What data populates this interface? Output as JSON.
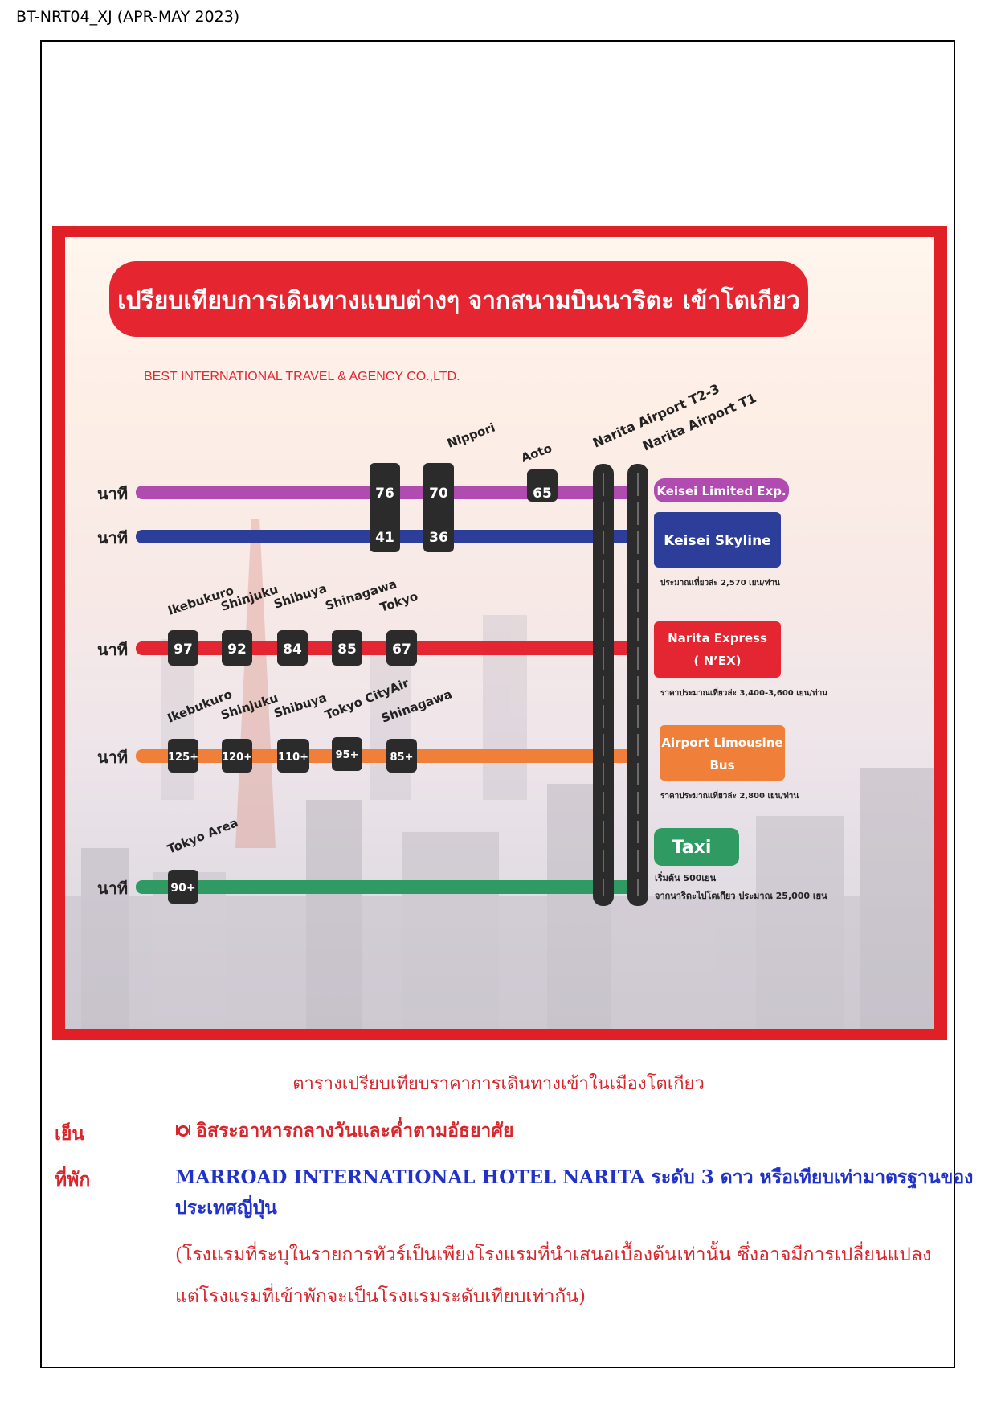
{
  "doc_code": "BT-NRT04_XJ (APR-MAY 2023)",
  "infographic": {
    "title": "เปรียบเทียบการเดินทางแบบต่างๆ จากสนามบินนาริตะ เข้าโตเกียว",
    "company": "BEST INTERNATIONAL TRAVEL & AGENCY CO.,LTD.",
    "minute_label": "นาที",
    "airport_labels": [
      "Narita Airport T2-3",
      "Narita Airport T1"
    ],
    "colors": {
      "purple": "#b04bb0",
      "navy": "#2d3d9a",
      "red": "#e32631",
      "orange": "#f07f3a",
      "green": "#2f9a62",
      "frame": "#e01f26"
    },
    "stop_labels_top": [
      "Nippori",
      "Aoto"
    ],
    "rows": [
      {
        "id": "keisei-limited",
        "times": [
          "76",
          "70",
          "65"
        ],
        "service": "Keisei Limited Exp.",
        "service_line2": "",
        "price": ""
      },
      {
        "id": "keisei-skyline",
        "times": [
          "41",
          "36"
        ],
        "service": "Keisei Skyline",
        "service_line2": "",
        "price": "ประมาณเที่ยวล่ะ 2,570 เยน/ท่าน"
      },
      {
        "id": "narita-express",
        "stops": [
          "Ikebukuro",
          "Shinjuku",
          "Shibuya",
          "Shinagawa",
          "Tokyo"
        ],
        "times": [
          "97",
          "92",
          "84",
          "85",
          "67"
        ],
        "service": "Narita Express",
        "service_line2": "( N’EX)",
        "price": "ราคาประมาณเที่ยวล่ะ 3,400-3,600 เยน/ท่าน"
      },
      {
        "id": "limousine-bus",
        "stops": [
          "Ikebukuro",
          "Shinjuku",
          "Shibuya",
          "Tokyo CityAir",
          "Shinagawa"
        ],
        "times": [
          "125+",
          "120+",
          "110+",
          "95+",
          "85+"
        ],
        "service": "Airport Limousine",
        "service_line2": "Bus",
        "price": "ราคาประมาณเที่ยวล่ะ 2,800 เยน/ท่าน"
      },
      {
        "id": "taxi",
        "stops": [
          "Tokyo Area"
        ],
        "times": [
          "90+"
        ],
        "service": "Taxi",
        "service_line2": "",
        "price": "เริ่มต้น 500เยน",
        "price2": "จากนาริตะไปโตเกียว ประมาณ 25,000 เยน"
      }
    ]
  },
  "caption": "ตารางเปรียบเทียบราคาการเดินทางเข้าในเมืองโตเกียว",
  "dinner": {
    "label": "เย็น",
    "icon": "dish-icon",
    "value": "อิสระอาหารกลางวันและค่ำตามอัธยาศัย"
  },
  "hotel": {
    "label": "ที่พัก",
    "value_line1": "MARROAD INTERNATIONAL HOTEL NARITA ระดับ 3 ดาว หรือเทียบเท่ามาตรฐานของ",
    "value_line2": "ประเทศญี่ปุ่น",
    "note_line1": "(โรงแรมที่ระบุในรายการทัวร์เป็นเพียงโรงแรมที่นำเสนอเบื้องต้นเท่านั้น ซึ่งอาจมีการเปลี่ยนแปลง",
    "note_line2": "แต่โรงแรมที่เข้าพักจะเป็นโรงแรมระดับเทียบเท่ากัน)"
  }
}
